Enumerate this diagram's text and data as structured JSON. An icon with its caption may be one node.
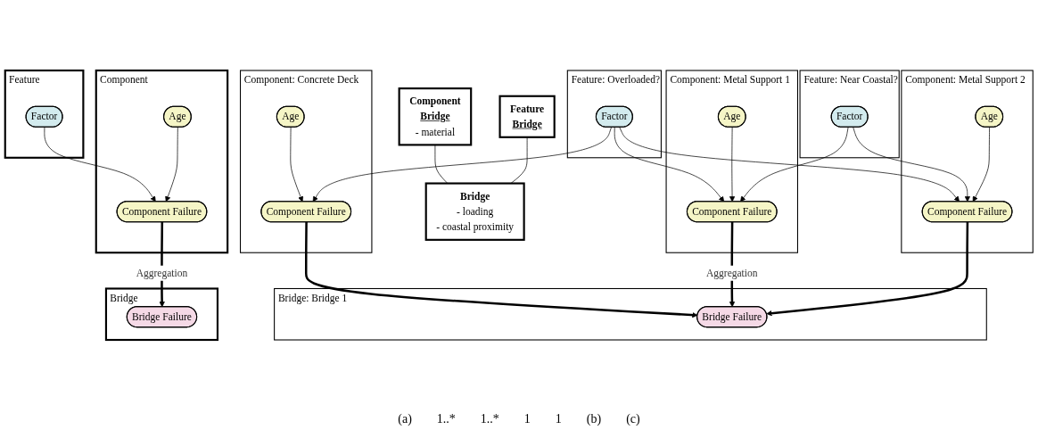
{
  "diagram": {
    "nodes": [
      {
        "text": [
          "Feature"
        ]
      },
      {
        "text": [
          "Factor"
        ],
        "in": 0
      },
      {
        "text": [
          "Component"
        ]
      },
      {
        "text": [
          "Age"
        ],
        "in": 2
      },
      {
        "text": [
          "Component Failure"
        ],
        "in": 2
      },
      {
        "text": [
          "Bridge"
        ]
      },
      {
        "text": [
          "Bridge Failure"
        ],
        "in": 5
      },
      {
        "text": [
          "Feature",
          "Bridge"
        ]
      },
      {
        "text": [
          "Component",
          "Bridge",
          "- material"
        ]
      },
      {
        "text": [
          "Bridge",
          "- loading",
          "- coastal proximity"
        ]
      },
      {
        "text": [
          "Feature: Overloaded?"
        ]
      },
      {
        "text": [
          "Factor"
        ],
        "in": 10
      },
      {
        "text": [
          "Feature: Near Coastal?"
        ]
      },
      {
        "text": [
          "Factor"
        ],
        "in": 12
      },
      {
        "text": [
          "Component: Concrete Deck"
        ]
      },
      {
        "text": [
          "Age"
        ],
        "in": 14
      },
      {
        "text": [
          "Component Failure"
        ],
        "in": 14
      },
      {
        "text": [
          "Component: Metal Support 1"
        ]
      },
      {
        "text": [
          "Age"
        ],
        "in": 17
      },
      {
        "text": [
          "Component Failure"
        ],
        "in": 17
      },
      {
        "text": [
          "Component: Metal Support 2"
        ]
      },
      {
        "text": [
          "Age"
        ],
        "in": 20
      },
      {
        "text": [
          "Component Failure"
        ],
        "in": 20
      },
      {
        "text": [
          "Bridge: Bridge 1"
        ]
      },
      {
        "text": [
          "Bridge Failure"
        ],
        "in": 23
      }
    ],
    "edges": [
      {
        "from": 1,
        "to": 4,
        "arrow": "to"
      },
      {
        "from": 3,
        "to": 4,
        "arrow": "to"
      },
      {
        "from": 4,
        "to": 6,
        "arrow": "to",
        "style": "thick",
        "label": "Aggregation"
      },
      {
        "from": 7,
        "to": 9,
        "arrow": "none"
      },
      {
        "from": 8,
        "to": 9,
        "arrow": "none"
      },
      {
        "from": 11,
        "to": 16,
        "arrow": "to"
      },
      {
        "from": 11,
        "to": 19,
        "arrow": "to"
      },
      {
        "from": 11,
        "to": 22,
        "arrow": "to"
      },
      {
        "from": 13,
        "to": 19,
        "arrow": "to"
      },
      {
        "from": 13,
        "to": 22,
        "arrow": "to"
      },
      {
        "from": 15,
        "to": 16,
        "arrow": "to"
      },
      {
        "from": 18,
        "to": 19,
        "arrow": "to"
      },
      {
        "from": 21,
        "to": 22,
        "arrow": "to"
      },
      {
        "from": 16,
        "to": 24,
        "arrow": "to",
        "style": "thick"
      },
      {
        "from": 19,
        "to": 24,
        "arrow": "to",
        "style": "thick",
        "label": "Aggregation"
      },
      {
        "from": 22,
        "to": 24,
        "arrow": "to",
        "style": "thick"
      }
    ],
    "labels": [
      "(a)",
      "1..*",
      "1..*",
      "1",
      "1",
      "(b)",
      "(c)"
    ]
  }
}
